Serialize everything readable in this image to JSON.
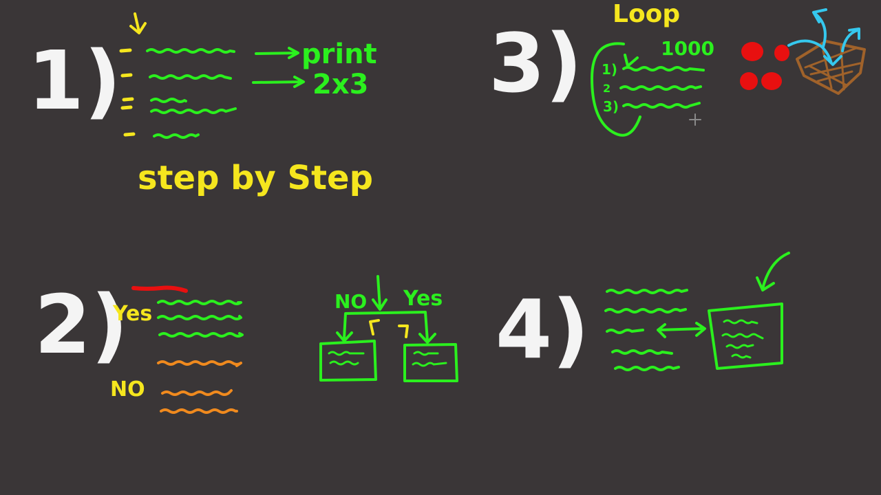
{
  "sections": {
    "s1": {
      "number": "1)",
      "caption": "step by Step",
      "annotations": [
        "print",
        "2x3"
      ]
    },
    "s2": {
      "number": "2)",
      "yes_label": "Yes",
      "no_label": "NO",
      "branch_no": "NO",
      "branch_yes": "Yes"
    },
    "s3": {
      "number": "3)",
      "loop_label": "Loop",
      "count": "1000",
      "steps": [
        "1)",
        "2",
        "3)"
      ]
    },
    "s4": {
      "number": "4)"
    }
  },
  "colors": {
    "background": "#3a3637",
    "white": "#f4f4f4",
    "yellow": "#f5e61e",
    "green": "#2bf01e",
    "orange": "#f08a1e",
    "red": "#e81010",
    "cyan": "#35c8ee",
    "brown": "#a0622a"
  }
}
